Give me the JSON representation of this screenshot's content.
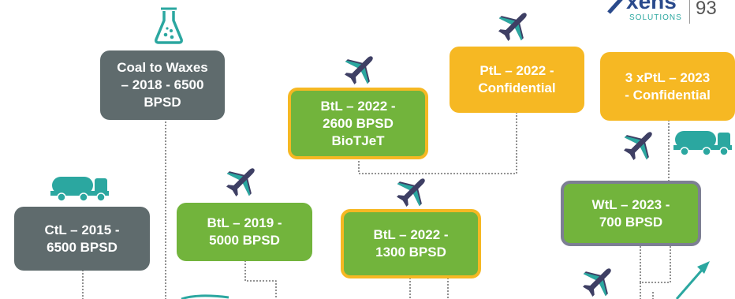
{
  "brand": {
    "name": "xens",
    "tagline": "SOLUTIONS",
    "page_number": "93"
  },
  "colors": {
    "gray": "#5f6b6d",
    "green": "#72b43c",
    "yellow": "#f6b823",
    "teal": "#2ba7a0",
    "plane": "#3e3f64",
    "brand_blue": "#2a4a8c"
  },
  "projects": {
    "coal_to_waxes": "Coal to Waxes\n– 2018 -  6500\nBPSD",
    "ctl_2015": "CtL – 2015 -\n6500 BPSD",
    "btl_2019": "BtL – 2019 -\n5000 BPSD",
    "btl_2022_biotjet": "BtL – 2022 -\n2600 BPSD\nBioTJeT",
    "btl_2022_1300": "BtL – 2022 -\n1300 BPSD",
    "ptl_2022": "PtL – 2022 -\nConfidential",
    "xptl_2023": "3 xPtL – 2023\n- Confidential",
    "wtl_2023": "WtL – 2023 -\n700 BPSD"
  },
  "icons": [
    "flask-icon",
    "truck-icon",
    "airplane-icon",
    "arrow-up-right-icon"
  ]
}
